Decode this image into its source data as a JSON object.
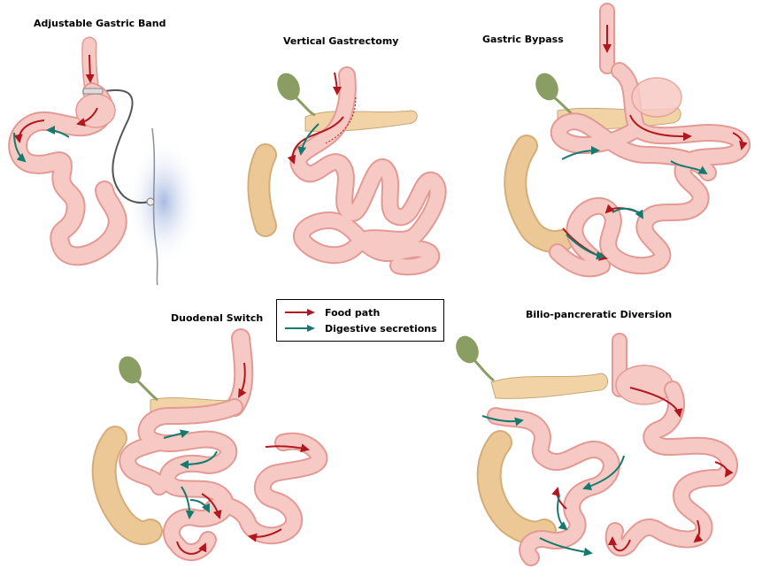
{
  "titles": {
    "band": "Adjustable Gastric Band",
    "vsg": "Vertical Gastrectomy",
    "bypass": "Gastric Bypass",
    "ds": "Duodenal Switch",
    "bpd": "Bilio-pancreratic Diversion"
  },
  "legend": {
    "food": "Food path",
    "secretions": "Digestive secretions"
  },
  "colors": {
    "intestine_fill": "#f7c9c4",
    "intestine_edge": "#e49a94",
    "colon_fill": "#ecc896",
    "pancreas_fill": "#f1d3a5",
    "gallbladder": "#8a9e63",
    "food_arrow": "#b3171e",
    "secretion_arrow": "#157a6e"
  }
}
